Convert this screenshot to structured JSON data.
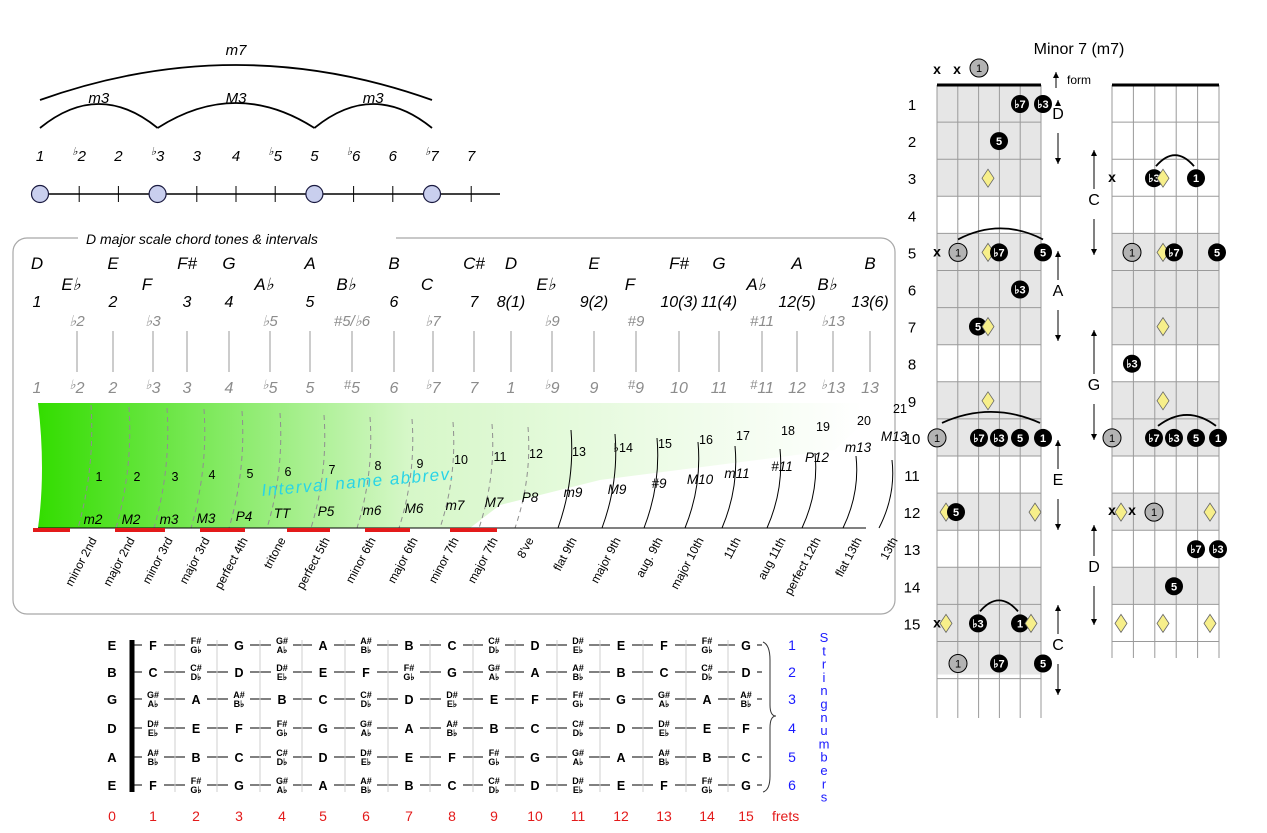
{
  "top": {
    "arcs": [
      {
        "label": "m7"
      },
      {
        "label": "m3"
      },
      {
        "label": "M3"
      },
      {
        "label": "m3"
      }
    ],
    "steps": [
      {
        "acc": "",
        "num": "1"
      },
      {
        "acc": "♭",
        "num": "2"
      },
      {
        "acc": "",
        "num": "2"
      },
      {
        "acc": "♭",
        "num": "3"
      },
      {
        "acc": "",
        "num": "3"
      },
      {
        "acc": "",
        "num": "4"
      },
      {
        "acc": "♭",
        "num": "5"
      },
      {
        "acc": "",
        "num": "5"
      },
      {
        "acc": "♭",
        "num": "6"
      },
      {
        "acc": "",
        "num": "6"
      },
      {
        "acc": "♭",
        "num": "7"
      },
      {
        "acc": "",
        "num": "7"
      }
    ]
  },
  "panel": {
    "title": "D major scale chord tones & intervals",
    "columns": [
      {
        "note": "D",
        "deg": "1",
        "alt": "",
        "low": "",
        "lowNum": "1",
        "num": "",
        "abbr": "",
        "name": "minor 2nd"
      },
      {
        "note": "E♭",
        "deg": "",
        "alt": "♭2",
        "low": "♭",
        "lowNum": "2",
        "num": "1",
        "abbr": "m2",
        "name": "minor 2nd"
      },
      {
        "note": "E",
        "deg": "2",
        "alt": "",
        "low": "",
        "lowNum": "2",
        "num": "2",
        "abbr": "M2",
        "name": "major 2nd"
      },
      {
        "note": "F",
        "deg": "",
        "alt": "♭3",
        "low": "♭",
        "lowNum": "3",
        "num": "3",
        "abbr": "m3",
        "name": "minor 3rd"
      },
      {
        "note": "F#",
        "deg": "3",
        "alt": "",
        "low": "",
        "lowNum": "3",
        "num": "4",
        "abbr": "M3",
        "name": "major 3rd"
      },
      {
        "note": "G",
        "deg": "4",
        "alt": "",
        "low": "",
        "lowNum": "4",
        "num": "5",
        "abbr": "P4",
        "name": "perfect 4th"
      },
      {
        "note": "A♭",
        "deg": "",
        "alt": "♭5",
        "low": "♭",
        "lowNum": "5",
        "num": "6",
        "abbr": "TT",
        "name": "tritone"
      },
      {
        "note": "A",
        "deg": "5",
        "alt": "",
        "low": "",
        "lowNum": "5",
        "num": "7",
        "abbr": "P5",
        "name": "perfect 5th"
      },
      {
        "note": "B♭",
        "deg": "",
        "alt": "#5/♭6",
        "low": "#",
        "lowNum": "5",
        "num": "8",
        "abbr": "m6",
        "name": "minor 6th"
      },
      {
        "note": "B",
        "deg": "6",
        "alt": "",
        "low": "",
        "lowNum": "6",
        "num": "9",
        "abbr": "M6",
        "name": "major 6th"
      },
      {
        "note": "C",
        "deg": "",
        "alt": "♭7",
        "low": "♭",
        "lowNum": "7",
        "num": "10",
        "abbr": "m7",
        "name": "minor 7th"
      },
      {
        "note": "C#",
        "deg": "7",
        "alt": "",
        "low": "",
        "lowNum": "7",
        "num": "11",
        "abbr": "M7",
        "name": "major 7th"
      },
      {
        "note": "D",
        "deg": "8(1)",
        "alt": "",
        "low": "",
        "lowNum": "1",
        "num": "12",
        "abbr": "P8",
        "name": "8've"
      },
      {
        "note": "E♭",
        "deg": "",
        "alt": "♭9",
        "low": "♭",
        "lowNum": "9",
        "num": "13",
        "abbr": "m9",
        "name": "flat 9th"
      },
      {
        "note": "E",
        "deg": "9(2)",
        "alt": "",
        "low": "",
        "lowNum": "9",
        "num": "♭14",
        "abbr": "M9",
        "name": "major 9th"
      },
      {
        "note": "F",
        "deg": "",
        "alt": "#9",
        "low": "#",
        "lowNum": "9",
        "num": "15",
        "abbr": "#9",
        "name": "aug. 9th"
      },
      {
        "note": "F#",
        "deg": "10(3)",
        "alt": "",
        "low": "",
        "lowNum": "10",
        "num": "16",
        "abbr": "M10",
        "name": "major 10th"
      },
      {
        "note": "G",
        "deg": "11(4)",
        "alt": "",
        "low": "",
        "lowNum": "11",
        "num": "17",
        "abbr": "m11",
        "name": "11th"
      },
      {
        "note": "A♭",
        "deg": "",
        "alt": "#11",
        "low": "#",
        "lowNum": "11",
        "num": "18",
        "abbr": "#11",
        "name": "aug 11th"
      },
      {
        "note": "A",
        "deg": "12(5)",
        "alt": "",
        "low": "",
        "lowNum": "12",
        "num": "19",
        "abbr": "P12",
        "name": "perfect 12th"
      },
      {
        "note": "B♭",
        "deg": "",
        "alt": "♭13",
        "low": "♭",
        "lowNum": "13",
        "num": "20",
        "abbr": "m13",
        "name": "flat 13th"
      },
      {
        "note": "B",
        "deg": "13(6)",
        "alt": "",
        "low": "",
        "lowNum": "13",
        "num": "21",
        "abbr": "M13",
        "name": "13th"
      }
    ],
    "overlay": "Interval name abbrev."
  },
  "fretboard": {
    "openStrings": [
      "E",
      "B",
      "G",
      "D",
      "A",
      "E"
    ],
    "rows": [
      [
        "F",
        "F#/G♭",
        "G",
        "G#/A♭",
        "A",
        "A#/B♭",
        "B",
        "C",
        "C#/D♭",
        "D",
        "D#/E♭",
        "E",
        "F",
        "F#/G♭",
        "G"
      ],
      [
        "C",
        "C#/D♭",
        "D",
        "D#/E♭",
        "E",
        "F",
        "F#/G♭",
        "G",
        "G#/A♭",
        "A",
        "A#/B♭",
        "B",
        "C",
        "C#/D♭",
        "D"
      ],
      [
        "G#/A♭",
        "A",
        "A#/B♭",
        "B",
        "C",
        "C#/D♭",
        "D",
        "D#/E♭",
        "E",
        "F",
        "F#/G♭",
        "G",
        "G#/A♭",
        "A",
        "A#/B♭"
      ],
      [
        "D#/E♭",
        "E",
        "F",
        "F#/G♭",
        "G",
        "G#/A♭",
        "A",
        "A#/B♭",
        "B",
        "C",
        "C#/D♭",
        "D",
        "D#/E♭",
        "E",
        "F"
      ],
      [
        "A#/B♭",
        "B",
        "C",
        "C#/D♭",
        "D",
        "D#/E♭",
        "E",
        "F",
        "F#/G♭",
        "G",
        "G#/A♭",
        "A",
        "A#/B♭",
        "B",
        "C"
      ],
      [
        "F",
        "F#/G♭",
        "G",
        "G#/A♭",
        "A",
        "A#/B♭",
        "B",
        "C",
        "C#/D♭",
        "D",
        "D#/E♭",
        "E",
        "F",
        "F#/G♭",
        "G"
      ]
    ],
    "stringNumbers": [
      "1",
      "2",
      "3",
      "4",
      "5",
      "6"
    ],
    "stringLabel": "String numbers",
    "frets": [
      "0",
      "1",
      "2",
      "3",
      "4",
      "5",
      "6",
      "7",
      "8",
      "9",
      "10",
      "11",
      "12",
      "13",
      "14",
      "15"
    ],
    "fretsLabel": "frets"
  },
  "chord": {
    "title": "Minor 7 (m7)",
    "formLabel": "form",
    "fretNumbers": [
      "1",
      "2",
      "3",
      "4",
      "5",
      "6",
      "7",
      "8",
      "9",
      "10",
      "11",
      "12",
      "13",
      "14",
      "15"
    ],
    "leftForms": [
      "D",
      "A",
      "E",
      "C"
    ],
    "rightForms": [
      "C",
      "G",
      "D"
    ],
    "x": "x",
    "labels": {
      "root": "1",
      "b3": "♭3",
      "five": "5",
      "b7": "♭7"
    }
  }
}
